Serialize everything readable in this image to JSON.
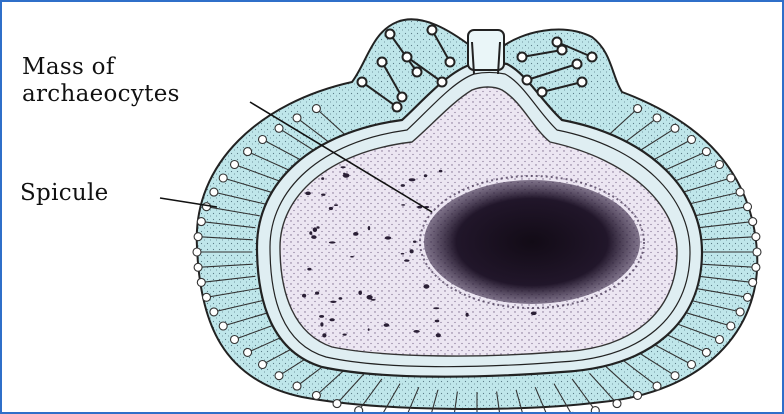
{
  "labels": {
    "mass_line1": "Mass of",
    "mass_line2": "archaeocytes",
    "spicule": "Spicule"
  },
  "colors": {
    "frame": "#2f6fc9",
    "cell_fill": "#bfe6ea",
    "cavity_fill": "#ece6f2",
    "mass_fill": "#1a1320",
    "outline": "#222222"
  }
}
